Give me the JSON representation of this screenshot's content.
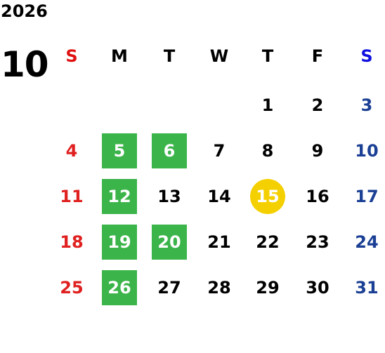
{
  "calendar": {
    "year": "2026",
    "month": "10",
    "weekdays": [
      "S",
      "M",
      "T",
      "W",
      "T",
      "F",
      "S"
    ],
    "weeks": [
      [
        "",
        "",
        "",
        "",
        "1",
        "2",
        "3"
      ],
      [
        "4",
        "5",
        "6",
        "7",
        "8",
        "9",
        "10"
      ],
      [
        "11",
        "12",
        "13",
        "14",
        "15",
        "16",
        "17"
      ],
      [
        "18",
        "19",
        "20",
        "21",
        "22",
        "23",
        "24"
      ],
      [
        "25",
        "26",
        "27",
        "28",
        "29",
        "30",
        "31"
      ]
    ],
    "highlighted_days": [
      "5",
      "6",
      "12",
      "19",
      "20",
      "26"
    ],
    "today": "15",
    "colors": {
      "sunday": "#e02020",
      "saturday": "#1a3f94",
      "highlight": "#3bb44a",
      "today": "#f5d000"
    }
  }
}
